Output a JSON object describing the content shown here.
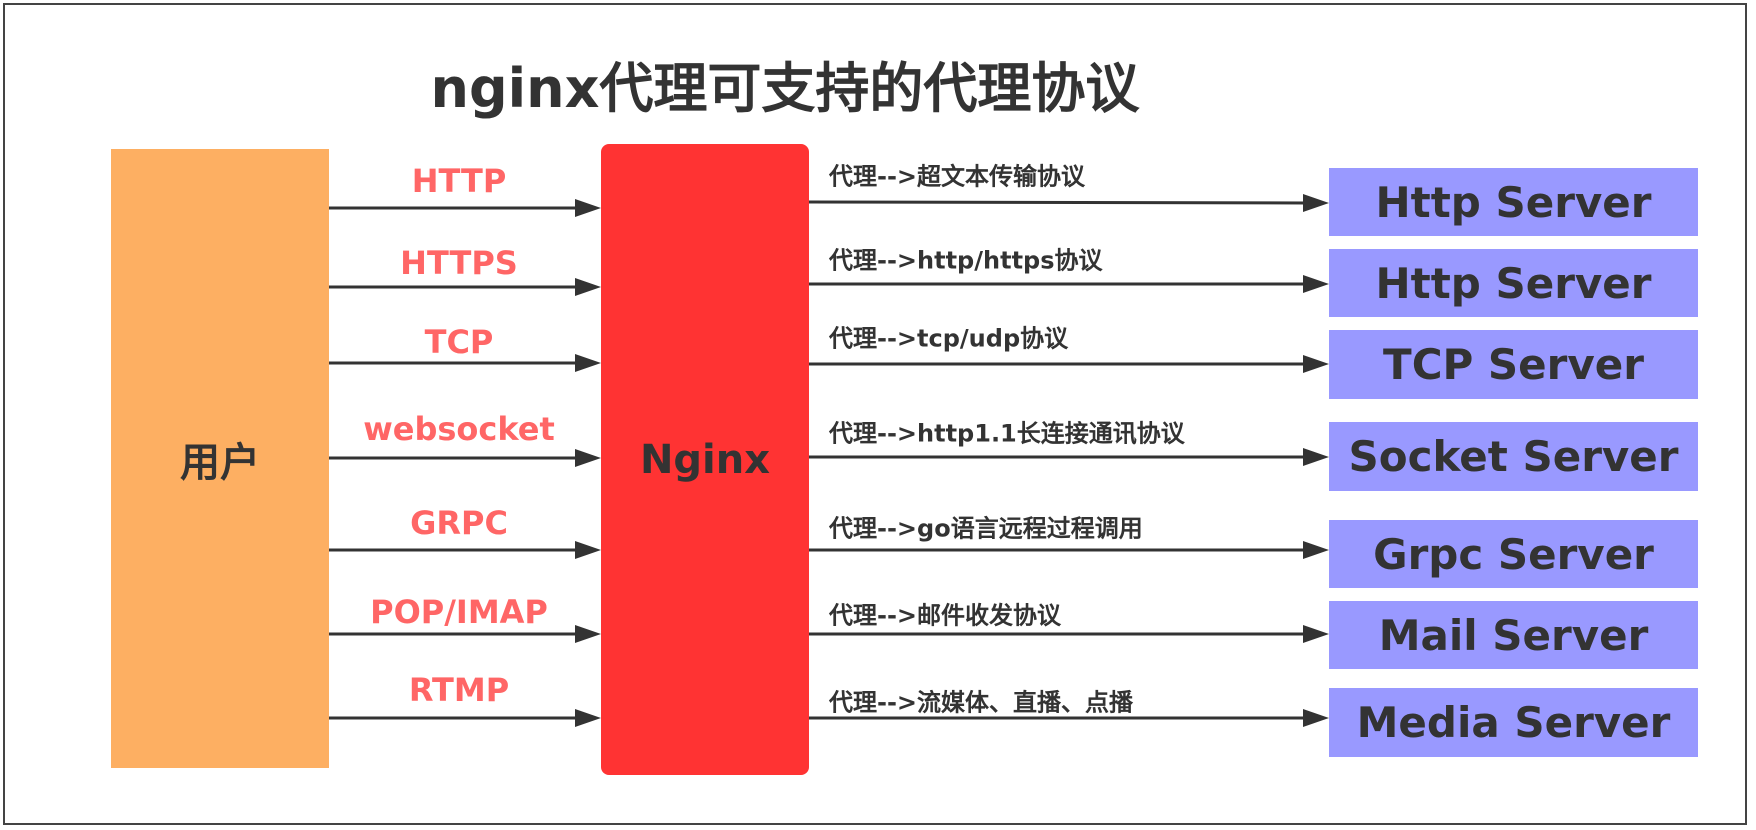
{
  "title": "nginx代理可支持的代理协议",
  "user_label": "用户",
  "nginx_label": "Nginx",
  "colors": {
    "user": "#fdaf62",
    "nginx": "#ff3333",
    "protocol_text": "#ff6666",
    "server": "#9999ff",
    "text": "#333333"
  },
  "routes": [
    {
      "protocol": "HTTP",
      "note": "代理-->超文本传输协议",
      "server": "Http Server"
    },
    {
      "protocol": "HTTPS",
      "note": "代理-->http/https协议",
      "server": "Http Server"
    },
    {
      "protocol": "TCP",
      "note": "代理-->tcp/udp协议",
      "server": "TCP Server"
    },
    {
      "protocol": "websocket",
      "note": "代理-->http1.1长连接通讯协议",
      "server": "Socket Server"
    },
    {
      "protocol": "GRPC",
      "note": "代理-->go语言远程过程调用",
      "server": "Grpc Server"
    },
    {
      "protocol": "POP/IMAP",
      "note": "代理-->邮件收发协议",
      "server": "Mail Server"
    },
    {
      "protocol": "RTMP",
      "note": "代理-->流媒体、直播、点播",
      "server": "Media Server"
    }
  ]
}
